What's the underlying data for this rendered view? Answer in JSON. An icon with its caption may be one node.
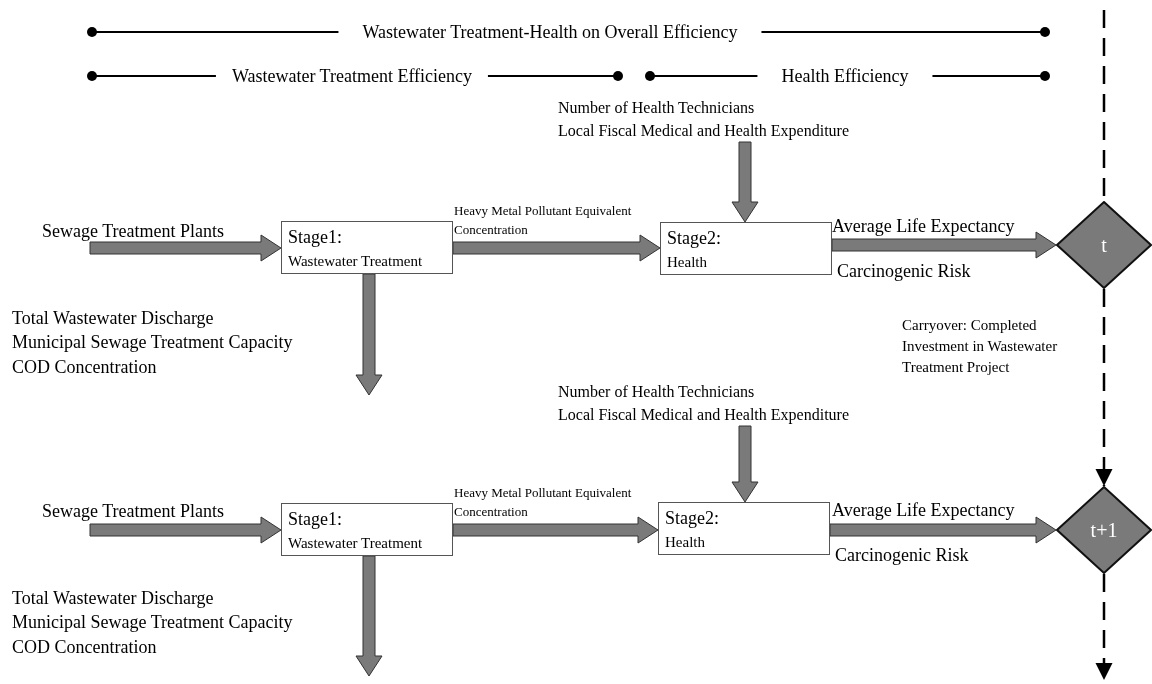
{
  "diagram": {
    "nodes": [
      {
        "text": [
          "Stage1:",
          "Wastewater Treatment"
        ]
      },
      {
        "text": [
          "Number of Health Technicians",
          "Local Fiscal Medical and Health Expenditure"
        ]
      },
      {
        "text": [
          "Stage2:",
          "Health"
        ]
      },
      {
        "text": [
          "t"
        ]
      },
      {
        "text": [
          "Stage1:",
          "Wastewater Treatment"
        ]
      },
      {
        "text": [
          "Number of Health Technicians",
          "Local Fiscal Medical and Health Expenditure"
        ]
      },
      {
        "text": [
          "Stage2:",
          "Health"
        ]
      },
      {
        "text": [
          "t+1"
        ]
      }
    ],
    "edges": [
      {
        "from": null,
        "to": 0,
        "arrow": "to",
        "label": "Sewage Treatment Plants"
      },
      {
        "from": 0,
        "to": 2,
        "arrow": "to",
        "label": "Heavy Metal Pollutant Equivalent Concentration"
      },
      {
        "from": 0,
        "to": null,
        "arrow": "to"
      },
      {
        "from": 1,
        "to": 2,
        "arrow": "to"
      },
      {
        "from": 2,
        "to": 3,
        "arrow": "to",
        "label": "Average Life Expectancy"
      },
      {
        "from": null,
        "to": 3,
        "arrow": "none",
        "style": "dashed",
        "color": "#000000"
      },
      {
        "from": 3,
        "to": 7,
        "arrow": "to",
        "style": "dashed",
        "color": "#000000",
        "label": "Carryover: Completed Investment in Wastewater Treatment Project"
      },
      {
        "from": null,
        "to": 4,
        "arrow": "to",
        "label": "Sewage Treatment Plants"
      },
      {
        "from": 4,
        "to": 6,
        "arrow": "to",
        "label": "Heavy Metal Pollutant Equivalent Concentration"
      },
      {
        "from": 4,
        "to": null,
        "arrow": "to"
      },
      {
        "from": 5,
        "to": 6,
        "arrow": "to"
      },
      {
        "from": 6,
        "to": 7,
        "arrow": "to",
        "label": "Average Life Expectancy"
      },
      {
        "from": 7,
        "to": null,
        "arrow": "to",
        "style": "dashed",
        "color": "#000000"
      }
    ],
    "labels": [
      "Wastewater Treatment-Health on Overall Efficiency",
      "Wastewater Treatment Efficiency",
      "Health Efficiency",
      "Carcinogenic Risk",
      "Total Wastewater Discharge",
      "Municipal Sewage Treatment Capacity",
      "COD Concentration",
      "Carcinogenic Risk",
      "Total Wastewater Discharge",
      "Municipal Sewage Treatment Capacity",
      "COD Concentration"
    ]
  }
}
